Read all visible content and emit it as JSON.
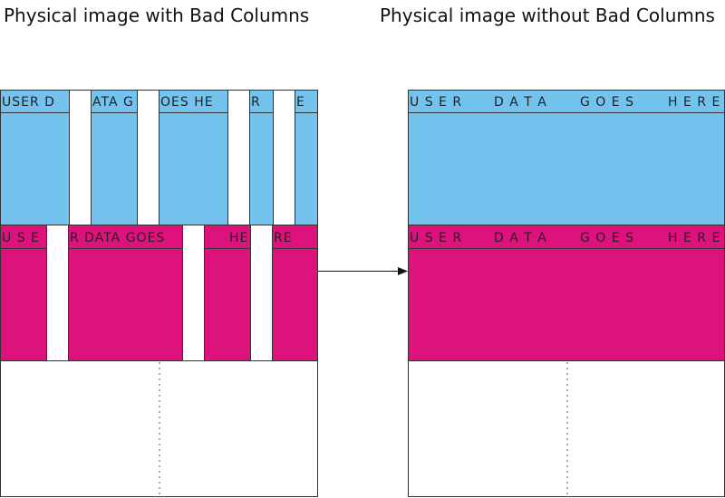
{
  "left_panel": {
    "title": "Physical image with Bad Columns",
    "rows": [
      {
        "color": "#74c3ef",
        "segments": [
          "USER D",
          "ATA G",
          "OES HE",
          "R",
          "E"
        ]
      },
      {
        "color": "#de127c",
        "segments": [
          "U S E",
          "R DATA GOES",
          "HE",
          "RE"
        ]
      }
    ],
    "bad_column_color": "#ffffff"
  },
  "right_panel": {
    "title": "Physical image without Bad Columns",
    "rows": [
      {
        "color": "#74c3ef",
        "words": [
          "U S E R",
          "D A T A",
          "G O E S",
          "H E R E"
        ]
      },
      {
        "color": "#de127c",
        "words": [
          "U S E R",
          "D A T A",
          "G O E S",
          "H E R E"
        ]
      }
    ]
  },
  "colors": {
    "outline": "#333333",
    "blue": "#74c3ef",
    "magenta": "#de127c",
    "arrow": "#111111"
  }
}
